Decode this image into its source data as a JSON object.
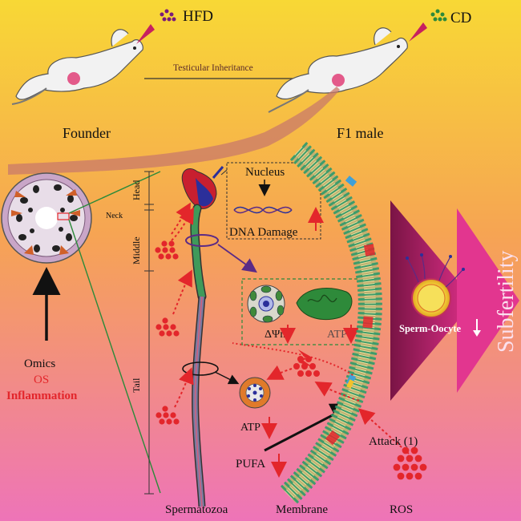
{
  "labels": {
    "hfd": "HFD",
    "cd": "CD",
    "testicular_inheritance": "Testicular Inheritance",
    "founder": "Founder",
    "f1_male": "F1 male",
    "nucleus": "Nucleus",
    "dna_damage": "DNA Damage",
    "neck": "Neck",
    "head": "Head",
    "middle": "Middle",
    "tail": "Tail",
    "delta_psi_m": "ΔΨm",
    "atp_mito": "ATP",
    "atp_tail": "ATP",
    "pufa": "PUFA",
    "attack": "Attack (1)",
    "ros": "ROS",
    "spermatozoa": "Spermatozoa",
    "membrane": "Membrane",
    "sperm_oocyte": "Sperm-Oocyte",
    "subfertility": "Subfertility",
    "omics": "Omics",
    "os": "OS",
    "inflammation": "Inflammation"
  },
  "colors": {
    "background_top": "#f7d33a",
    "background_mid": "#f6a24f",
    "background_bottom": "#ee78b4",
    "ros_red": "#e3262b",
    "arrow_purple": "#5b2a86",
    "text_dark": "#222222",
    "bilayer_green": "#2f9a6a",
    "triangle_magenta": "#8e1a55"
  }
}
